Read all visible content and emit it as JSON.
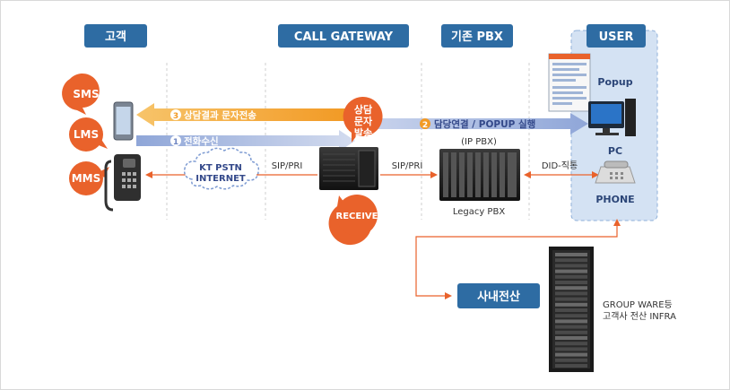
{
  "headers": {
    "customer": "고객",
    "gateway": "CALL GATEWAY",
    "pbx": "기존 PBX",
    "user": "USER"
  },
  "badges": {
    "sms": "SMS",
    "lms": "LMS",
    "mms": "MMS",
    "receive": "RECEIVE",
    "counsel": [
      "상담",
      "문자",
      "발송"
    ]
  },
  "flows": {
    "step3_num": "3",
    "step3": "상담결과 문자전송",
    "step1_num": "1",
    "step1": "전화수신",
    "step2_num": "2",
    "step2": "담당연결 / POPUP 실행"
  },
  "labels": {
    "internet": [
      "KT PSTN",
      "INTERNET"
    ],
    "sip1": "SIP/PRI",
    "sip2": "SIP/PRI",
    "ip_pbx": "(IP PBX)",
    "legacy": "Legacy PBX",
    "did": "DID-직통",
    "popup": "Popup",
    "pc": "PC",
    "phone": "PHONE",
    "intranet": "사내전산",
    "groupware": [
      "GROUP WARE등",
      "고객사 전산 INFRA"
    ]
  },
  "colors": {
    "header_bg": "#2e6ca3",
    "orange": "#e9622b",
    "amber": "#f4a93b",
    "light_blue": "#b8c6e6",
    "user_panel": "#d4e2f3"
  }
}
